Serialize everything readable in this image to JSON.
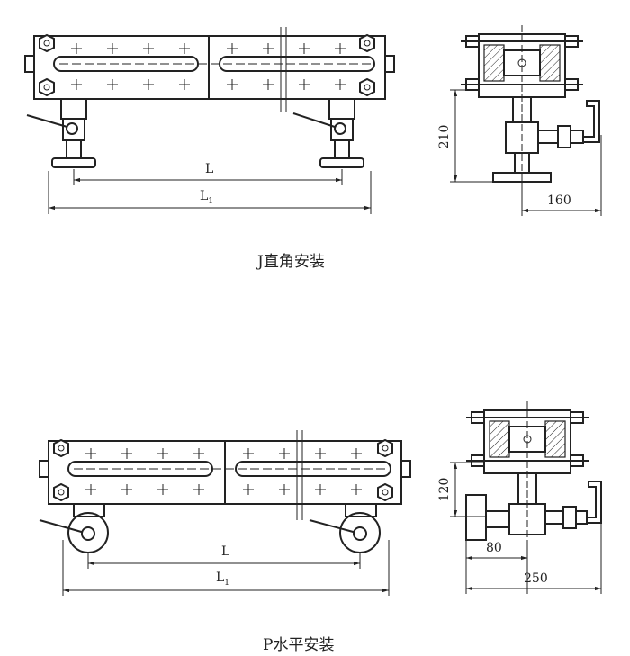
{
  "views": {
    "top": {
      "caption": "J直角安装",
      "dim_l": "L",
      "dim_l1_main": "L",
      "dim_l1_sub": "1",
      "dim_height": "210",
      "dim_depth": "160"
    },
    "bottom": {
      "caption": "P水平安装",
      "dim_l": "L",
      "dim_l1_main": "L",
      "dim_l1_sub": "1",
      "dim_height": "120",
      "dim_offset": "80",
      "dim_width": "250"
    }
  }
}
